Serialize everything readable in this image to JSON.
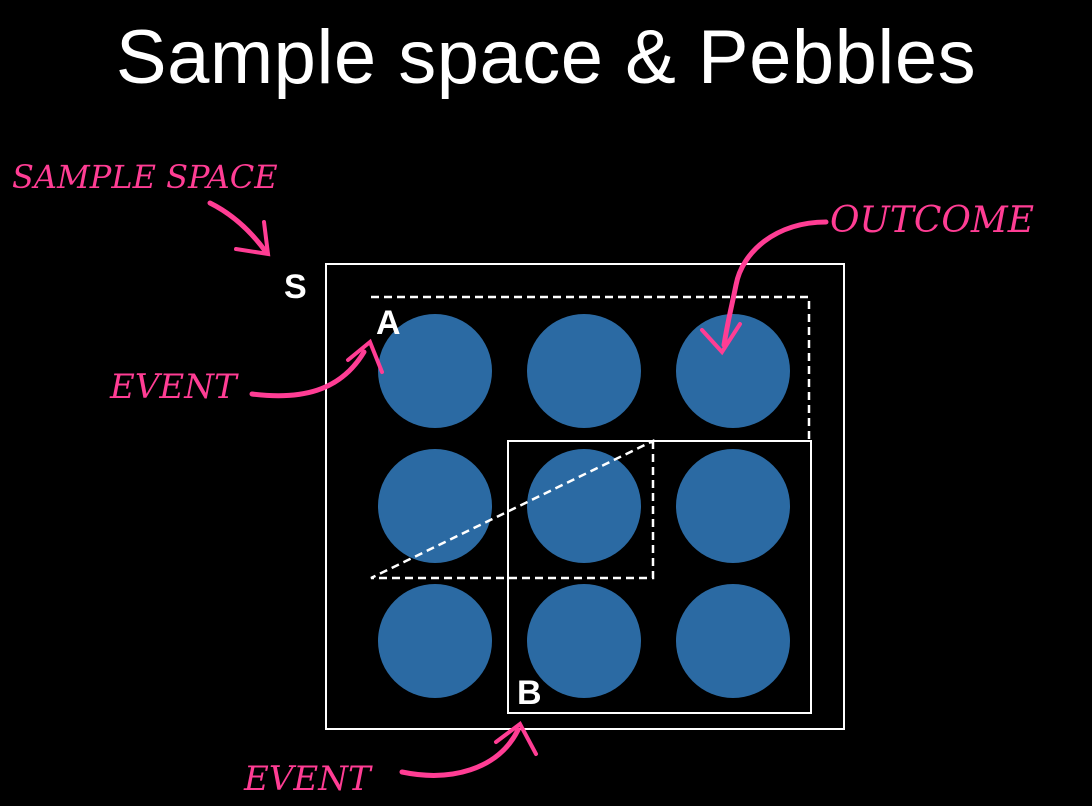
{
  "title": "Sample space & Pebbles",
  "labels": {
    "sample_space_set": "S",
    "event_a_set": "A",
    "event_b_set": "B"
  },
  "annotations": {
    "sample_space": "SAMPLE SPACE",
    "outcome": "OUTCOME",
    "event_a": "EVENT",
    "event_b": "EVENT"
  },
  "pebbles": {
    "rows": 3,
    "cols": 3,
    "count": 9
  },
  "colors": {
    "background": "#000000",
    "pebble": "#2b6aa3",
    "frame": "#ffffff",
    "annotation": "#ff3d94"
  }
}
